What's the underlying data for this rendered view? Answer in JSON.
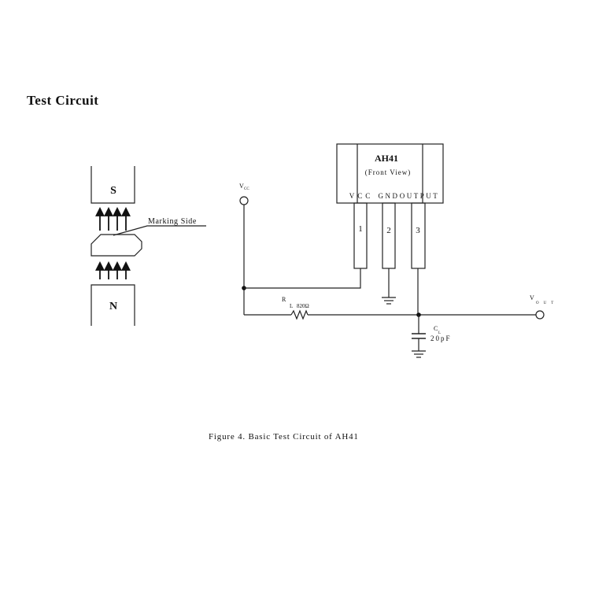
{
  "heading": "Test Circuit",
  "caption": "Figure 4. Basic Test Circuit of AH41",
  "magnet": {
    "top_pole": "S",
    "bottom_pole": "N",
    "marking_label": "Marking Side"
  },
  "device": {
    "name": "AH41",
    "view_label": "(Front View)",
    "pin_labels": [
      "VCC",
      "GND",
      "OUTPUT"
    ],
    "pin_numbers": [
      "1",
      "2",
      "3"
    ]
  },
  "circuit": {
    "vcc_label": "V",
    "vcc_sub": "CC",
    "vout_label": "V",
    "vout_sub": "OUT",
    "resistor_label": "R",
    "resistor_sub": "L",
    "resistor_value": "820Ω",
    "capacitor_label": "C",
    "capacitor_sub": "L",
    "capacitor_value": "20pF"
  }
}
